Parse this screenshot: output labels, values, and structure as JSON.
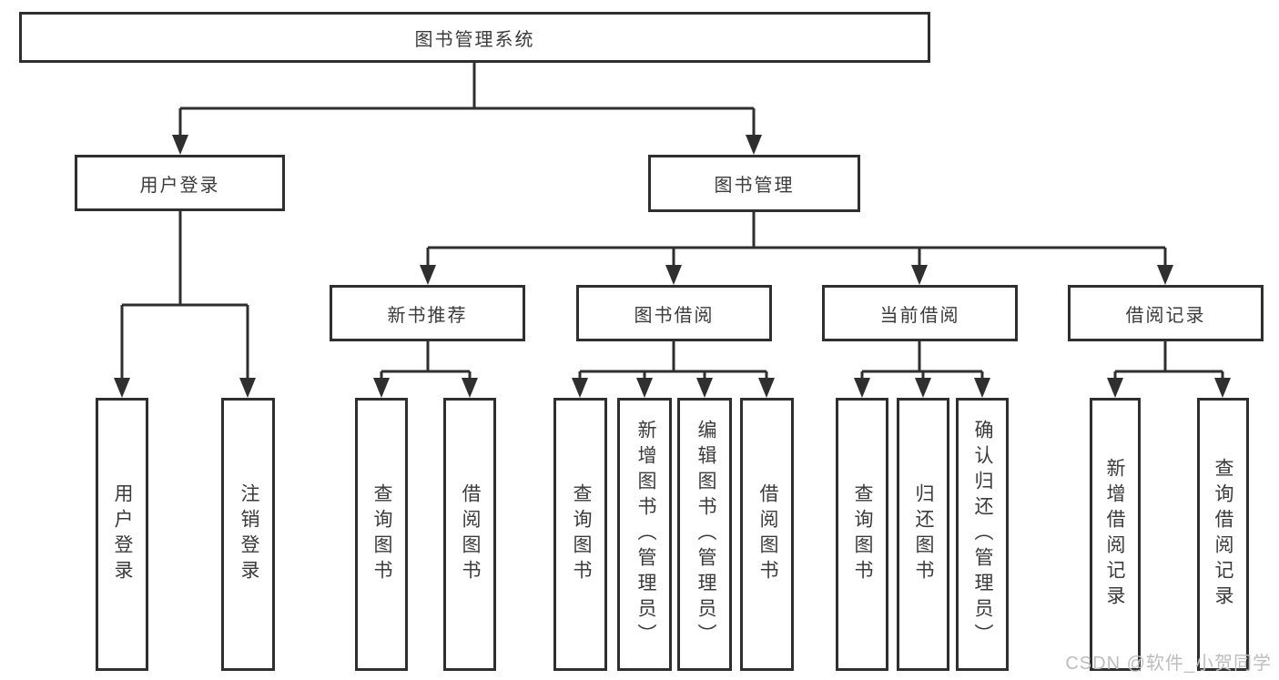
{
  "diagram": {
    "type": "hierarchy-tree",
    "watermark": "CSDN @软件_小贺同学",
    "colors": {
      "line": "#2f2f2f",
      "box_border": "#2f2f2f",
      "box_background": "#ffffff",
      "text": "#3b3b3b",
      "watermark": "#bdbdbd"
    },
    "nodes": {
      "root": {
        "label": "图书管理系统"
      },
      "login": {
        "label": "用户登录"
      },
      "book_mgmt": {
        "label": "图书管理"
      },
      "new_book_rec": {
        "label": "新书推荐"
      },
      "book_borrow": {
        "label": "图书借阅"
      },
      "current_borrow": {
        "label": "当前借阅"
      },
      "borrow_records": {
        "label": "借阅记录"
      },
      "user_login": {
        "label": "用户登录"
      },
      "logout": {
        "label": "注销登录"
      },
      "query_book_1": {
        "label": "查询图书"
      },
      "borrow_book_1": {
        "label": "借阅图书"
      },
      "query_book_2": {
        "label": "查询图书"
      },
      "add_book_admin": {
        "label": "新增图书（管理员）"
      },
      "edit_book_admin": {
        "label": "编辑图书（管理员）"
      },
      "borrow_book_2": {
        "label": "借阅图书"
      },
      "query_book_3": {
        "label": "查询图书"
      },
      "return_book": {
        "label": "归还图书"
      },
      "confirm_return_admin": {
        "label": "确认归还（管理员）"
      },
      "add_borrow_record": {
        "label": "新增借阅记录"
      },
      "query_borrow_record": {
        "label": "查询借阅记录"
      }
    },
    "edges": [
      {
        "from": "root",
        "to": [
          "login",
          "book_mgmt"
        ]
      },
      {
        "from": "login",
        "to": [
          "user_login",
          "logout"
        ]
      },
      {
        "from": "book_mgmt",
        "to": [
          "new_book_rec",
          "book_borrow",
          "current_borrow",
          "borrow_records"
        ]
      },
      {
        "from": "new_book_rec",
        "to": [
          "query_book_1",
          "borrow_book_1"
        ]
      },
      {
        "from": "book_borrow",
        "to": [
          "query_book_2",
          "add_book_admin",
          "edit_book_admin",
          "borrow_book_2"
        ]
      },
      {
        "from": "current_borrow",
        "to": [
          "query_book_3",
          "return_book",
          "confirm_return_admin"
        ]
      },
      {
        "from": "borrow_records",
        "to": [
          "add_borrow_record",
          "query_borrow_record"
        ]
      }
    ]
  }
}
